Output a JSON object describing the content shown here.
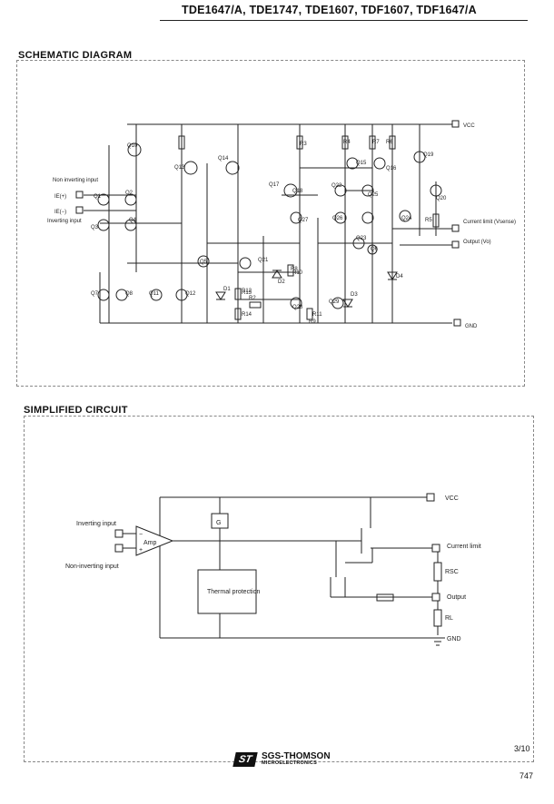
{
  "header": {
    "title": "TDE1647/A, TDE1747, TDE1607, TDF1607, TDF1647/A"
  },
  "schematic": {
    "title": "SCHEMATIC DIAGRAM",
    "pins": {
      "vcc": "VCC",
      "gnd": "GND",
      "ie_plus": "IE(+)",
      "ie_minus": "IE(−)",
      "noninv": "Non inverting input",
      "inv": "Inverting input",
      "curlim": "Current limit (Vsense)",
      "output": "Output (Vo)"
    },
    "transistors": [
      "Q10",
      "Q1",
      "Q2",
      "Q3",
      "Q4",
      "Q13",
      "Q14",
      "Q15",
      "Q16",
      "Q17",
      "Q18",
      "Q19",
      "Q20",
      "Q21",
      "Q22",
      "Q23",
      "Q24",
      "Q25",
      "Q26",
      "Q27",
      "Q28",
      "Q29",
      "Q5",
      "Q6",
      "Q7",
      "Q8",
      "Q11",
      "Q12"
    ],
    "resistors": [
      "R2",
      "R3",
      "R4",
      "R5",
      "R6",
      "R7",
      "R8",
      "R9",
      "R10",
      "R11",
      "R12",
      "R13",
      "R14"
    ],
    "diodes": [
      "D1",
      "D2",
      "D3",
      "D4"
    ]
  },
  "simplified": {
    "title": "SIMPLIFIED CIRCUIT",
    "inverting_input": "Inverting input",
    "noninverting_input": "Non-inverting input",
    "amp": "Amp",
    "plus": "+",
    "minus": "−",
    "g_block": "G",
    "thermal": "Thermal protection",
    "vcc": "VCC",
    "current_limit": "Current limit",
    "rsc": "RSC",
    "output": "Output",
    "rl": "RL",
    "gnd": "GND"
  },
  "footer": {
    "logo_mark": "ST",
    "logo_main": "SGS-THOMSON",
    "logo_sub": "MICROELECTRONICS",
    "page_fraction": "3/10",
    "page_number": "747"
  }
}
